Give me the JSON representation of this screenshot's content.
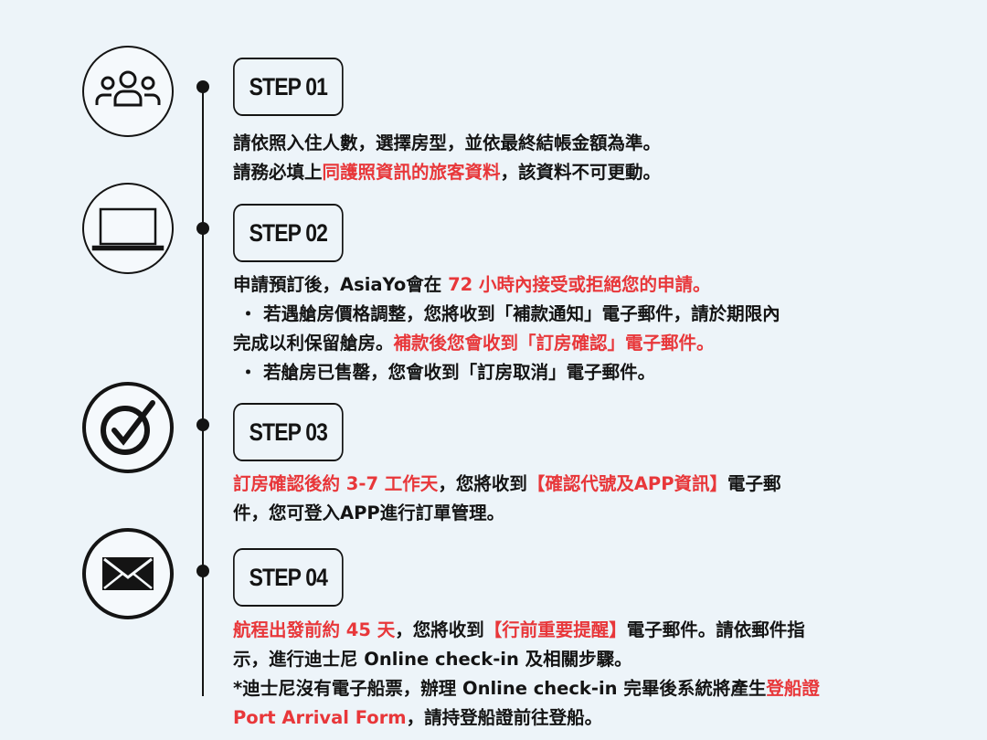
{
  "colors": {
    "accent_red": "#e8373a",
    "text": "#141414",
    "background": "#edf4f9"
  },
  "steps": [
    {
      "label": "STEP 01",
      "icon": "users-icon",
      "lines": [
        [
          {
            "t": "請依照入住人數，選擇房型，並依最終結帳金額為準。",
            "r": false
          }
        ],
        [
          {
            "t": "請務必填上",
            "r": false
          },
          {
            "t": "同護照資訊的旅客資料",
            "r": true
          },
          {
            "t": "，該資料不可更動。",
            "r": false
          }
        ]
      ]
    },
    {
      "label": "STEP 02",
      "icon": "laptop-icon",
      "lines": [
        [
          {
            "t": "申請預訂後，AsiaYo會在 ",
            "r": false
          },
          {
            "t": "72 小時內接受或拒絕您的申請。",
            "r": true
          }
        ],
        [
          {
            "t": " ・ 若遇艙房價格調整，您將收到「補款通知」電子郵件，請於期限內",
            "r": false
          }
        ],
        [
          {
            "t": "完成以利保留艙房。",
            "r": false
          },
          {
            "t": "補款後您會收到「訂房確認」電子郵件。",
            "r": true
          }
        ],
        [
          {
            "t": " ・ 若艙房已售罄，您會收到「訂房取消」電子郵件。",
            "r": false
          }
        ]
      ]
    },
    {
      "label": "STEP 03",
      "icon": "check-circle-icon",
      "lines": [
        [
          {
            "t": "訂房確認後約 3-7 工作天",
            "r": true
          },
          {
            "t": "，您將收到",
            "r": false
          },
          {
            "t": "【確認代號及APP資訊】",
            "r": true
          },
          {
            "t": "電子郵",
            "r": false
          }
        ],
        [
          {
            "t": "件，您可登入APP進行訂單管理。",
            "r": false
          }
        ]
      ]
    },
    {
      "label": "STEP 04",
      "icon": "envelope-icon",
      "lines": [
        [
          {
            "t": "航程出發前約 45 天",
            "r": true
          },
          {
            "t": "，您將收到",
            "r": false
          },
          {
            "t": "【行前重要提醒】",
            "r": true
          },
          {
            "t": "電子郵件。請依郵件指",
            "r": false
          }
        ],
        [
          {
            "t": "示，進行迪士尼 Online check-in 及相關步驟。",
            "r": false
          }
        ],
        [
          {
            "t": "*迪士尼沒有電子船票，辦理 Online check-in 完畢後系統將產生",
            "r": false
          },
          {
            "t": "登船證",
            "r": true
          }
        ],
        [
          {
            "t": "Port Arrival Form",
            "r": true
          },
          {
            "t": "，請持登船證前往登船。",
            "r": false
          }
        ]
      ]
    }
  ]
}
